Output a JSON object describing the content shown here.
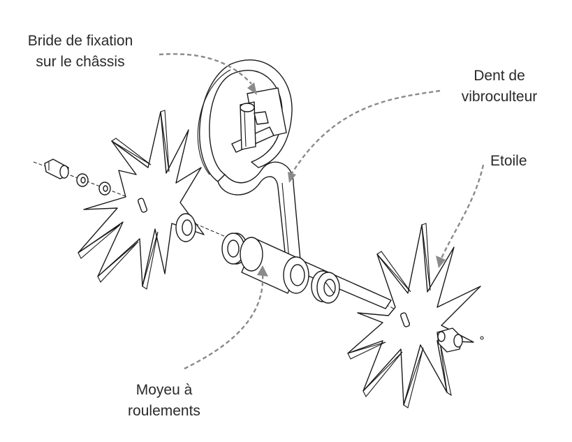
{
  "labels": {
    "bride_line1": "Bride de fixation",
    "bride_line2": "sur le châssis",
    "dent_line1": "Dent de",
    "dent_line2": "vibroculteur",
    "etoile": "Etoile",
    "moyeu_line1": "Moyeu à",
    "moyeu_line2": "roulements"
  },
  "colors": {
    "leader": "#8a8a8a",
    "line": "#1a1a1a",
    "text": "#2a2a2a"
  }
}
